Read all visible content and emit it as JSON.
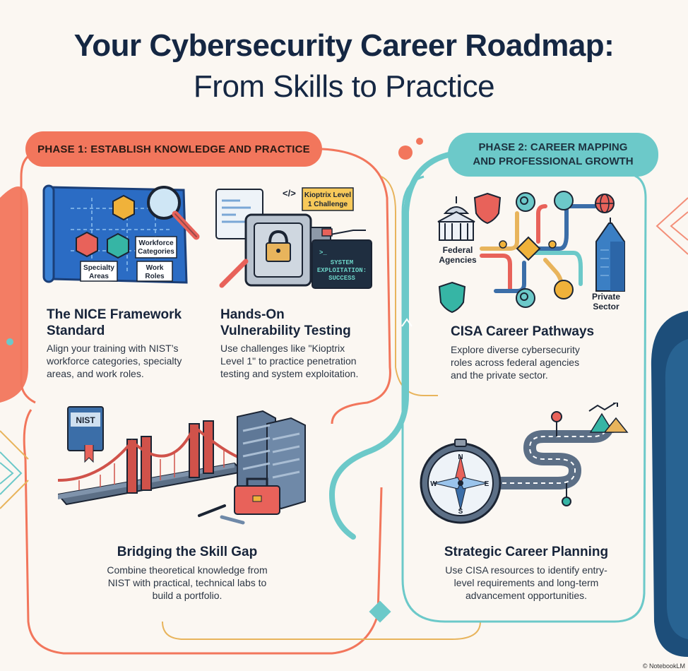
{
  "title": {
    "main": "Your Cybersecurity Career Roadmap:",
    "sub": "From Skills to Practice"
  },
  "phase1": {
    "banner": "PHASE 1: ESTABLISH KNOWLEDGE AND PRACTICE",
    "cards": [
      {
        "title_line1": "The NICE Framework",
        "title_line2": "Standard",
        "desc_line1": "Align your training with NIST’s",
        "desc_line2": "workforce categories, specialty",
        "desc_line3": "areas, and work roles.",
        "labels": {
          "categories_1": "Workforce",
          "categories_2": "Categories",
          "specialty_1": "Specialty",
          "specialty_2": "Areas",
          "roles_1": "Work",
          "roles_2": "Roles"
        }
      },
      {
        "title_line1": "Hands-On",
        "title_line2": "Vulnerability Testing",
        "desc_line1": "Use challenges like \"Kioptrix",
        "desc_line2": "Level 1\" to practice penetration",
        "desc_line3": "testing and system exploitation.",
        "labels": {
          "challenge_1": "Kioptrix Level",
          "challenge_2": "1 Challenge",
          "terminal_1": "SYSTEM",
          "terminal_2": "EXPLOITATION:",
          "terminal_3": "SUCCESS",
          "code_tag": "</>"
        }
      },
      {
        "title": "Bridging the Skill Gap",
        "desc_line1": "Combine theoretical knowledge from",
        "desc_line2": "NIST with practical, technical labs to",
        "desc_line3": "build a portfolio.",
        "labels": {
          "book": "NIST"
        }
      }
    ]
  },
  "phase2": {
    "banner_line1": "PHASE 2: CAREER MAPPING",
    "banner_line2": "AND PROFESSIONAL GROWTH",
    "cards": [
      {
        "title": "CISA Career Pathways",
        "desc_line1": "Explore diverse cybersecurity",
        "desc_line2": "roles across federal agencies",
        "desc_line3": "and the private sector.",
        "labels": {
          "federal_1": "Federal",
          "federal_2": "Agencies",
          "private_1": "Private",
          "private_2": "Sector"
        }
      },
      {
        "title": "Strategic Career Planning",
        "desc_line1": "Use CISA resources to identify entry-",
        "desc_line2": "level requirements and long-term",
        "desc_line3": "advancement opportunities.",
        "labels": {
          "n": "N",
          "s": "S",
          "e": "E",
          "w": "W"
        }
      }
    ]
  },
  "credit": "© NotebookLM",
  "colors": {
    "coral": "#f2765c",
    "teal": "#6cc9c9",
    "navy": "#152743",
    "gold": "#e8b45c",
    "background": "#fbf7f2"
  }
}
